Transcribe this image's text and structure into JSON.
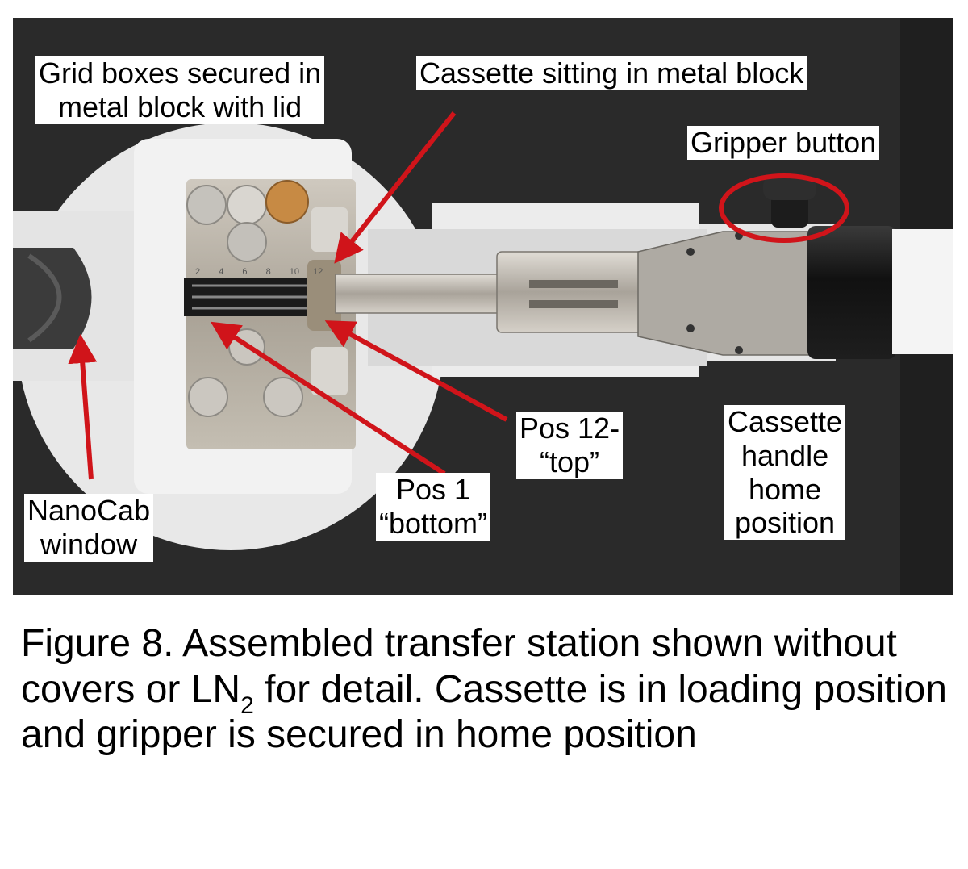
{
  "labels": {
    "grid_boxes_line1": "Grid boxes secured in",
    "grid_boxes_line2": "metal block with lid",
    "cassette_sitting": "Cassette sitting in metal block",
    "gripper_button": "Gripper button",
    "nanocab_line1": "NanoCab",
    "nanocab_line2": "window",
    "pos1_line1": "Pos 1",
    "pos1_line2": "“bottom”",
    "pos12_line1": "Pos 12-",
    "pos12_line2": "“top”",
    "handle_line1": "Cassette",
    "handle_line2": "handle",
    "handle_line3": "home",
    "handle_line4": "position"
  },
  "slot_numbers": [
    "2",
    "4",
    "6",
    "8",
    "10",
    "12"
  ],
  "caption": {
    "part1": "Figure 8. Assembled transfer station shown without covers or LN",
    "subscript": "2",
    "part2": " for detail. Cassette is in loading position and gripper is secured in home position"
  },
  "colors": {
    "annotation_red": "#d0141a",
    "background_foam": "#2a2a2a",
    "white_plastic": "#ebebeb",
    "metal": "#b9b3a8"
  }
}
